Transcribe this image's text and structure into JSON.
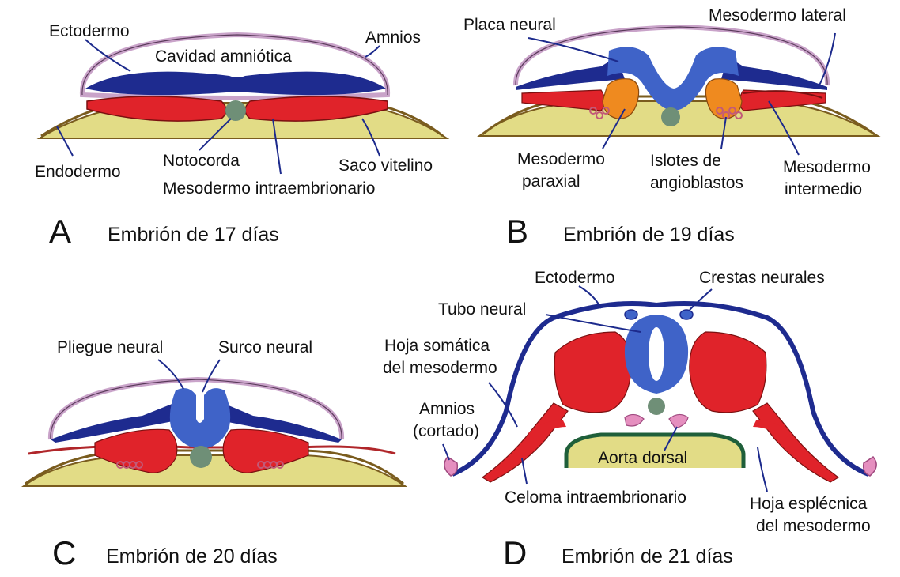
{
  "panels": {
    "a": {
      "letter": "A",
      "caption": "Embrión de 17 días",
      "labels": {
        "ectodermo": "Ectodermo",
        "amnios": "Amnios",
        "cavidad": "Cavidad amniótica",
        "endodermo": "Endodermo",
        "notocorda": "Notocorda",
        "saco": "Saco vitelino",
        "mesodermo": "Mesodermo intraembrionario"
      }
    },
    "b": {
      "letter": "B",
      "caption": "Embrión de 19 días",
      "labels": {
        "placa": "Placa neural",
        "lateral": "Mesodermo lateral",
        "paraxial_1": "Mesodermo",
        "paraxial_2": "paraxial",
        "islotes_1": "Islotes de",
        "islotes_2": "angioblastos",
        "intermedio_1": "Mesodermo",
        "intermedio_2": "intermedio"
      }
    },
    "c": {
      "letter": "C",
      "caption": "Embrión de 20 días",
      "labels": {
        "pliegue": "Pliegue neural",
        "surco": "Surco neural"
      }
    },
    "d": {
      "letter": "D",
      "caption": "Embrión de 21 días",
      "labels": {
        "ectodermo": "Ectodermo",
        "crestas": "Crestas neurales",
        "tubo": "Tubo neural",
        "somatica_1": "Hoja somática",
        "somatica_2": "del mesodermo",
        "amnios_1": "Amnios",
        "amnios_2": "(cortado)",
        "aorta": "Aorta dorsal",
        "celoma": "Celoma intraembrionario",
        "esplecnica_1": "Hoja esplécnica",
        "esplecnica_2": "del mesodermo"
      }
    }
  },
  "colors": {
    "ectoderm": "#1e2b8f",
    "neural": "#3f63c8",
    "mesoderm": "#e0232a",
    "paraxial": "#ef8a1f",
    "notochord": "#6f8f77",
    "yolk": "#e2dc86",
    "amnion": "#c9a3c9",
    "aorta_wall": "#1f5f3a",
    "angioblast": "#c25a78",
    "pink": "#e58fbf",
    "outline": "#2a2a2a"
  }
}
